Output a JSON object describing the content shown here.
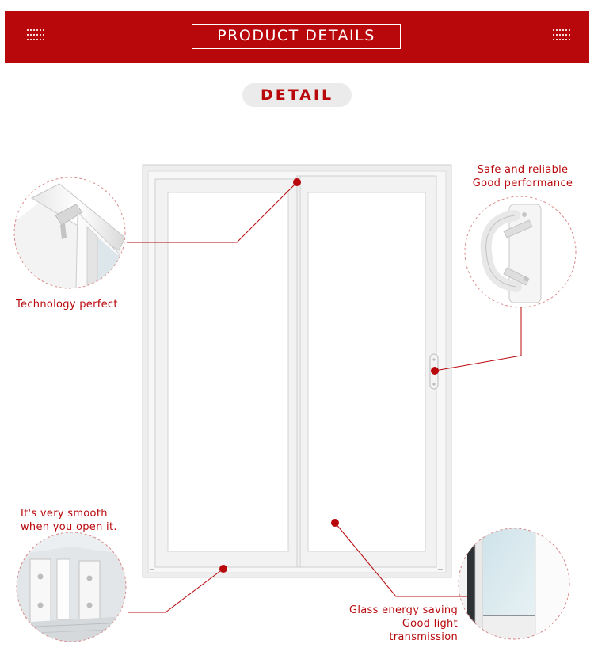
{
  "header": {
    "title": "PRODUCT DETAILS",
    "left_ornament": "dot-grid-ornament",
    "right_ornament": "dot-grid-ornament"
  },
  "section": {
    "label": "DETAIL"
  },
  "callouts": {
    "frame": {
      "text": "Technology perfect"
    },
    "handle": {
      "line1": "Safe and reliable",
      "line2": "Good performance"
    },
    "track": {
      "line1": "It's very smooth",
      "line2": "when you open it."
    },
    "glass": {
      "line1": "Glass energy saving",
      "line2": "Good light",
      "line3": "transmission"
    }
  },
  "colors": {
    "brand_red": "#b8080c",
    "banner_text": "#ffffff",
    "pill_bg": "#ebebeb"
  }
}
